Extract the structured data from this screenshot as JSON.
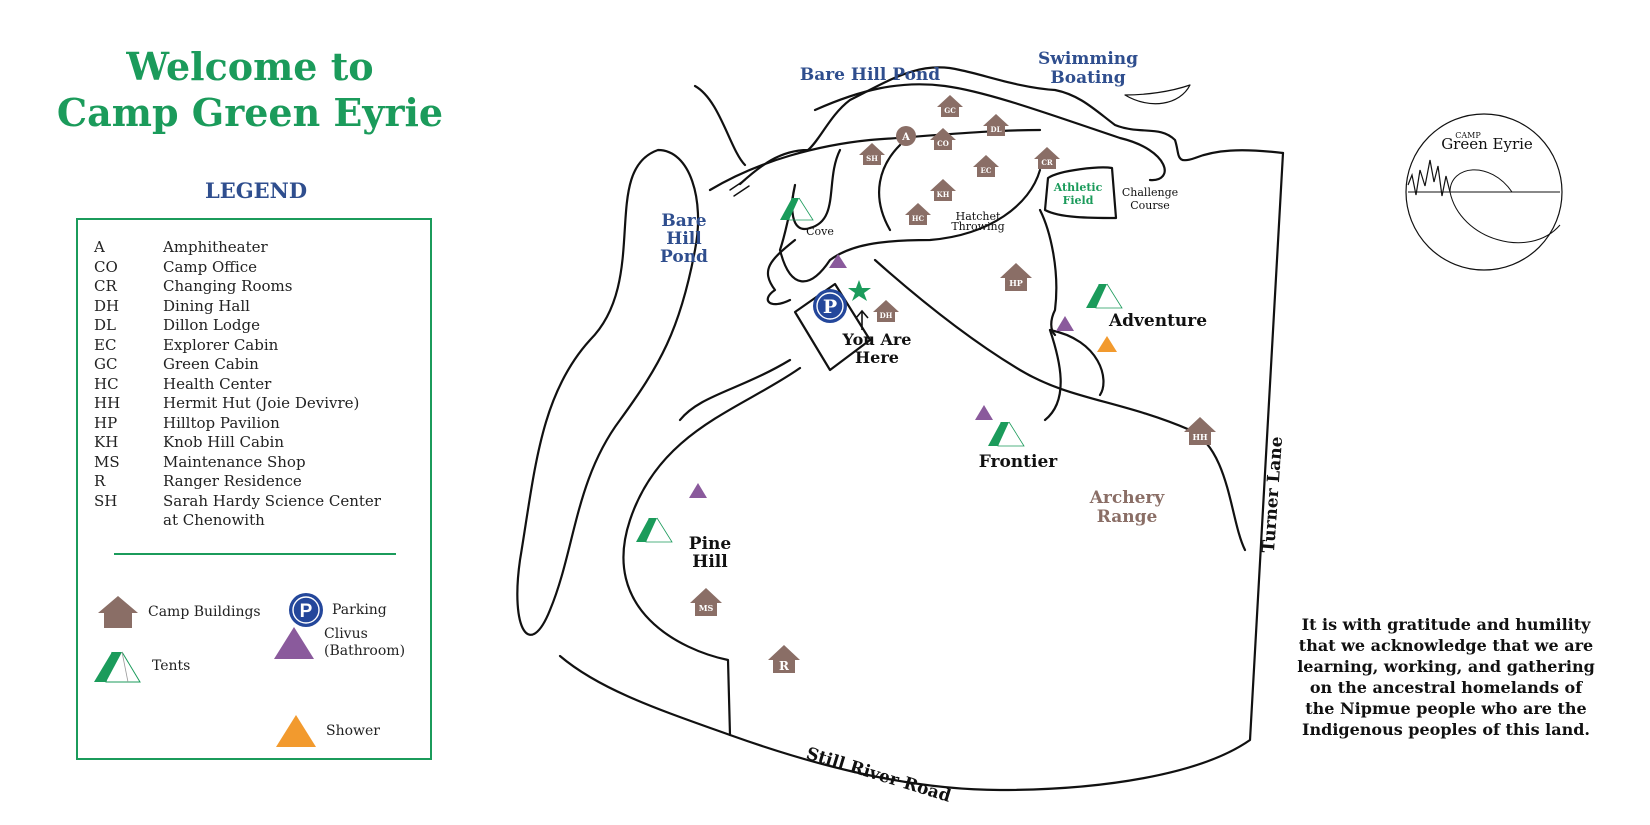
{
  "title": {
    "line1": "Welcome to",
    "line2": "Camp Green Eyrie"
  },
  "legend": {
    "heading": "LEGEND",
    "abbreviations": [
      {
        "code": "A",
        "name": "Amphitheater"
      },
      {
        "code": "CO",
        "name": "Camp Office"
      },
      {
        "code": "CR",
        "name": "Changing Rooms"
      },
      {
        "code": "DH",
        "name": "Dining Hall"
      },
      {
        "code": "DL",
        "name": "Dillon Lodge"
      },
      {
        "code": "EC",
        "name": "Explorer Cabin"
      },
      {
        "code": "GC",
        "name": "Green Cabin"
      },
      {
        "code": "HC",
        "name": "Health Center"
      },
      {
        "code": "HH",
        "name": "Hermit Hut (Joie Devivre)"
      },
      {
        "code": "HP",
        "name": "Hilltop Pavilion"
      },
      {
        "code": "KH",
        "name": "Knob Hill Cabin"
      },
      {
        "code": "MS",
        "name": "Maintenance Shop"
      },
      {
        "code": "R",
        "name": "Ranger Residence"
      },
      {
        "code": "SH",
        "name": "Sarah Hardy Science Center"
      },
      {
        "code": "",
        "name": "at Chenowith"
      }
    ],
    "symbols": {
      "buildings": "Camp Buildings",
      "parking": "Parking",
      "parking_glyph": "P",
      "tents": "Tents",
      "clivus_1": "Clivus",
      "clivus_2": "(Bathroom)",
      "shower": "Shower"
    }
  },
  "colors": {
    "brand_green": "#1b9b5b",
    "navy": "#2f4e8e",
    "building_brown": "#8a6e66",
    "clivus_purple": "#8a5a9c",
    "shower_orange": "#f29a2e",
    "parking_blue": "#24479b"
  },
  "map": {
    "water_labels": {
      "pond_top": "Bare Hill Pond",
      "pond_left_1": "Bare",
      "pond_left_2": "Hill",
      "pond_left_3": "Pond",
      "swim_1": "Swimming",
      "swim_2": "Boating"
    },
    "areas": {
      "cove": "Cove",
      "hatchet_1": "Hatchet",
      "hatchet_2": "Throwing",
      "athletic_1": "Athletic",
      "athletic_2": "Field",
      "challenge_1": "Challenge",
      "challenge_2": "Course",
      "you_are_here_1": "You Are",
      "you_are_here_2": "Here",
      "adventure": "Adventure",
      "frontier": "Frontier",
      "pine_1": "Pine",
      "pine_2": "Hill",
      "archery_1": "Archery",
      "archery_2": "Range"
    },
    "roads": {
      "still_river": "Still River Road",
      "turner": "Turner Lane"
    },
    "buildings": {
      "gc": "GC",
      "dl": "DL",
      "a": "A",
      "co": "CO",
      "sh": "SH",
      "ec": "EC",
      "cr": "CR",
      "kh": "KH",
      "hc": "HC",
      "dh": "DH",
      "hp": "HP",
      "hh": "HH",
      "ms": "MS",
      "r": "R"
    },
    "parking": "P"
  },
  "logo": {
    "small": "CAMP",
    "name": "Green Eyrie"
  },
  "acknowledgement": [
    "It is with gratitude and humility",
    "that we acknowledge that we are",
    "learning, working, and gathering",
    "on the ancestral homelands of",
    "the Nipmue people who are the",
    "Indigenous peoples of this land."
  ]
}
